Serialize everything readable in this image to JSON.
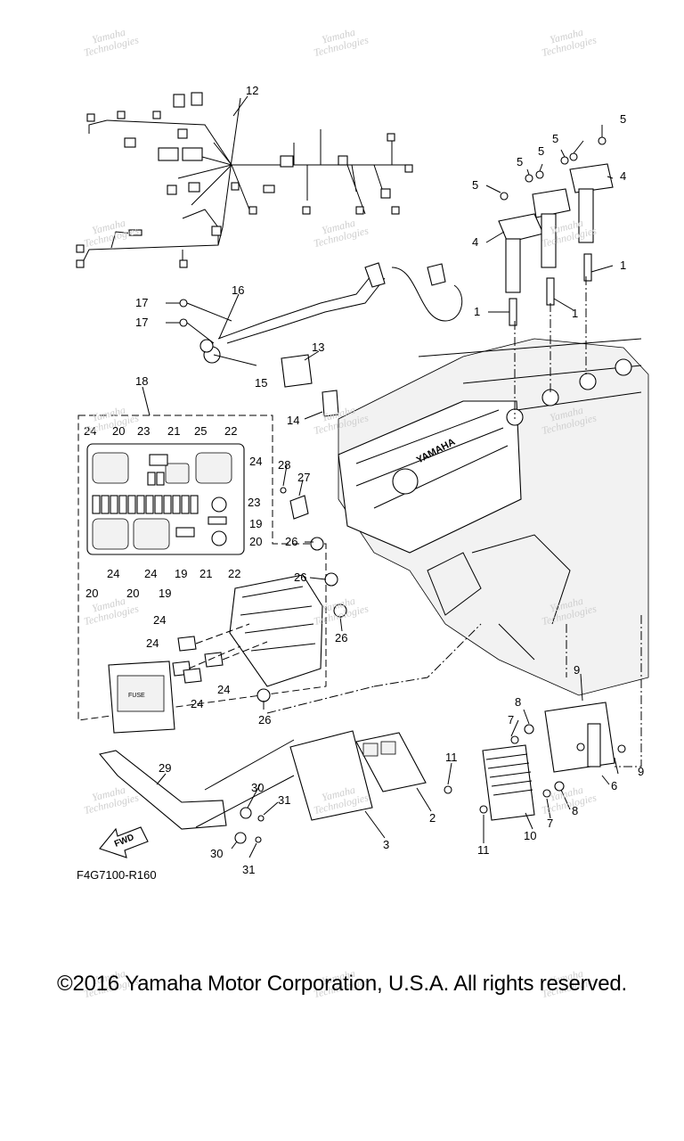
{
  "diagram": {
    "reference_code": "F4G7100-R160",
    "fwd_label": "FWD",
    "ecu_label": "FUSE",
    "engine_brand_text": "YAMAHA",
    "copyright": "©2016 Yamaha Motor Corporation, U.S.A. All rights reserved.",
    "watermark": {
      "line1": "Yamaha",
      "line2": "Technologies"
    },
    "callouts": [
      {
        "id": "c12",
        "text": "12"
      },
      {
        "id": "c5a",
        "text": "5"
      },
      {
        "id": "c5b",
        "text": "5"
      },
      {
        "id": "c5c",
        "text": "5"
      },
      {
        "id": "c5d",
        "text": "5"
      },
      {
        "id": "c5e",
        "text": "5"
      },
      {
        "id": "c4a",
        "text": "4"
      },
      {
        "id": "c4b",
        "text": "4"
      },
      {
        "id": "c1a",
        "text": "1"
      },
      {
        "id": "c1b",
        "text": "1"
      },
      {
        "id": "c1c",
        "text": "1"
      },
      {
        "id": "c16",
        "text": "16"
      },
      {
        "id": "c17a",
        "text": "17"
      },
      {
        "id": "c17b",
        "text": "17"
      },
      {
        "id": "c15",
        "text": "15"
      },
      {
        "id": "c13",
        "text": "13"
      },
      {
        "id": "c14",
        "text": "14"
      },
      {
        "id": "c18",
        "text": "18"
      },
      {
        "id": "c24a",
        "text": "24"
      },
      {
        "id": "c20a",
        "text": "20"
      },
      {
        "id": "c23a",
        "text": "23"
      },
      {
        "id": "c21a",
        "text": "21"
      },
      {
        "id": "c25",
        "text": "25"
      },
      {
        "id": "c22a",
        "text": "22"
      },
      {
        "id": "c24b",
        "text": "24"
      },
      {
        "id": "c23b",
        "text": "23"
      },
      {
        "id": "c19a",
        "text": "19"
      },
      {
        "id": "c20b",
        "text": "20"
      },
      {
        "id": "c24c",
        "text": "24"
      },
      {
        "id": "c24d",
        "text": "24"
      },
      {
        "id": "c19b",
        "text": "19"
      },
      {
        "id": "c21b",
        "text": "21"
      },
      {
        "id": "c22b",
        "text": "22"
      },
      {
        "id": "c20c",
        "text": "20"
      },
      {
        "id": "c20d",
        "text": "20"
      },
      {
        "id": "c19c",
        "text": "19"
      },
      {
        "id": "c28",
        "text": "28"
      },
      {
        "id": "c27",
        "text": "27"
      },
      {
        "id": "c26a",
        "text": "26"
      },
      {
        "id": "c26b",
        "text": "26"
      },
      {
        "id": "c26c",
        "text": "26"
      },
      {
        "id": "c26d",
        "text": "26"
      },
      {
        "id": "c24e",
        "text": "24"
      },
      {
        "id": "c24f",
        "text": "24"
      },
      {
        "id": "c24g",
        "text": "24"
      },
      {
        "id": "c24h",
        "text": "24"
      },
      {
        "id": "c9a",
        "text": "9"
      },
      {
        "id": "c9b",
        "text": "9"
      },
      {
        "id": "c8a",
        "text": "8"
      },
      {
        "id": "c8b",
        "text": "8"
      },
      {
        "id": "c7a",
        "text": "7"
      },
      {
        "id": "c7b",
        "text": "7"
      },
      {
        "id": "c6",
        "text": "6"
      },
      {
        "id": "c11a",
        "text": "11"
      },
      {
        "id": "c11b",
        "text": "11"
      },
      {
        "id": "c10",
        "text": "10"
      },
      {
        "id": "c2",
        "text": "2"
      },
      {
        "id": "c3",
        "text": "3"
      },
      {
        "id": "c29",
        "text": "29"
      },
      {
        "id": "c30a",
        "text": "30"
      },
      {
        "id": "c30b",
        "text": "30"
      },
      {
        "id": "c31a",
        "text": "31"
      },
      {
        "id": "c31b",
        "text": "31"
      }
    ]
  }
}
